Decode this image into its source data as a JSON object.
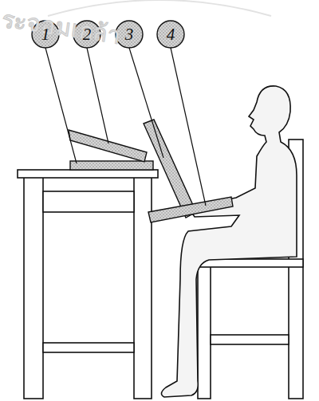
{
  "diagram": {
    "labels": [
      "ระจอมเกล้า",
      "1",
      "2",
      "3",
      "4"
    ]
  }
}
